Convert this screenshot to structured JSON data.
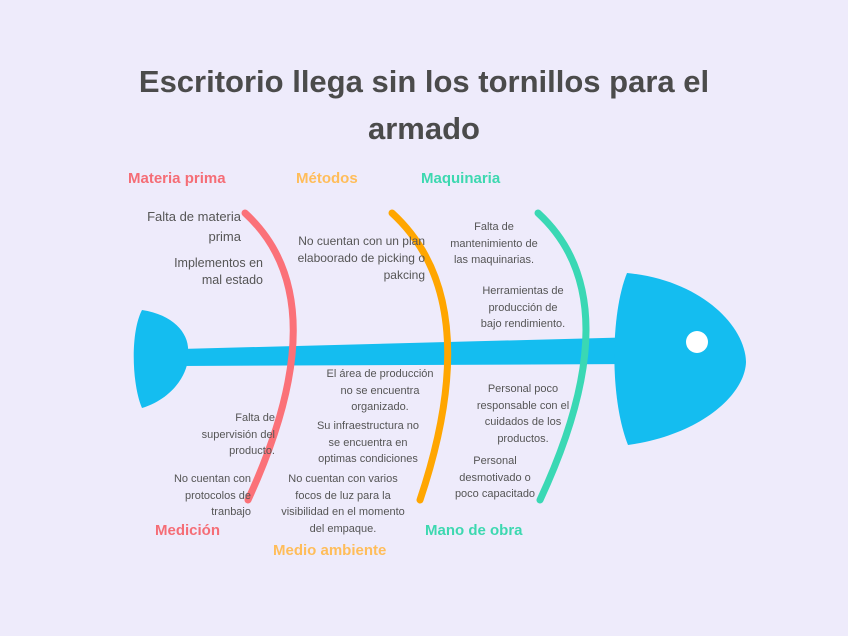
{
  "title": "Escritorio llega sin los tornillos para el armado",
  "colors": {
    "background": "#eeebfb",
    "fish": "#14bdf0",
    "materia_prima": "#f56d76",
    "metodos": "#ffbd5a",
    "maquinaria": "#3dd8b0",
    "medicion": "#f56d76",
    "medio_ambiente": "#ffbd5a",
    "mano_de_obra": "#3dd8b0",
    "rib_red": "#fb7178",
    "rib_orange": "#ffa600",
    "rib_teal": "#3ad8b4",
    "title_text": "#4b4b4b",
    "cause_text": "#555555"
  },
  "categories": {
    "materia_prima": {
      "label": "Materia prima",
      "causes": [
        "Falta de materia\nprima",
        "Implementos en\nmal estado"
      ]
    },
    "metodos": {
      "label": "Métodos",
      "causes": [
        "No cuentan con un plan\nelaboorado de picking o\npakcing"
      ]
    },
    "maquinaria": {
      "label": "Maquinaria",
      "causes": [
        "Falta de\nmantenimiento de\nlas maquinarias.",
        "Herramientas de\nproducción de\nbajo rendimiento."
      ]
    },
    "medicion": {
      "label": "Medición",
      "causes": [
        "Falta de\nsupervisión del\nproducto.",
        "No cuentan con\nprotocolos de\ntranbajo"
      ]
    },
    "medio_ambiente": {
      "label": "Medio ambiente",
      "causes": [
        "El área de producción\nno se encuentra\norganizado.",
        "Su infraestructura no\nse encuentra en\noptimas condiciones",
        "No cuentan con varios\nfocos de luz para la\nvisibilidad en el momento\ndel empaque."
      ]
    },
    "mano_de_obra": {
      "label": "Mano de obra",
      "causes": [
        "Personal poco\nresponsable con el\ncuidados de los\nproductos.",
        "Personal\ndesmotivado o\npoco capacitado"
      ]
    }
  }
}
